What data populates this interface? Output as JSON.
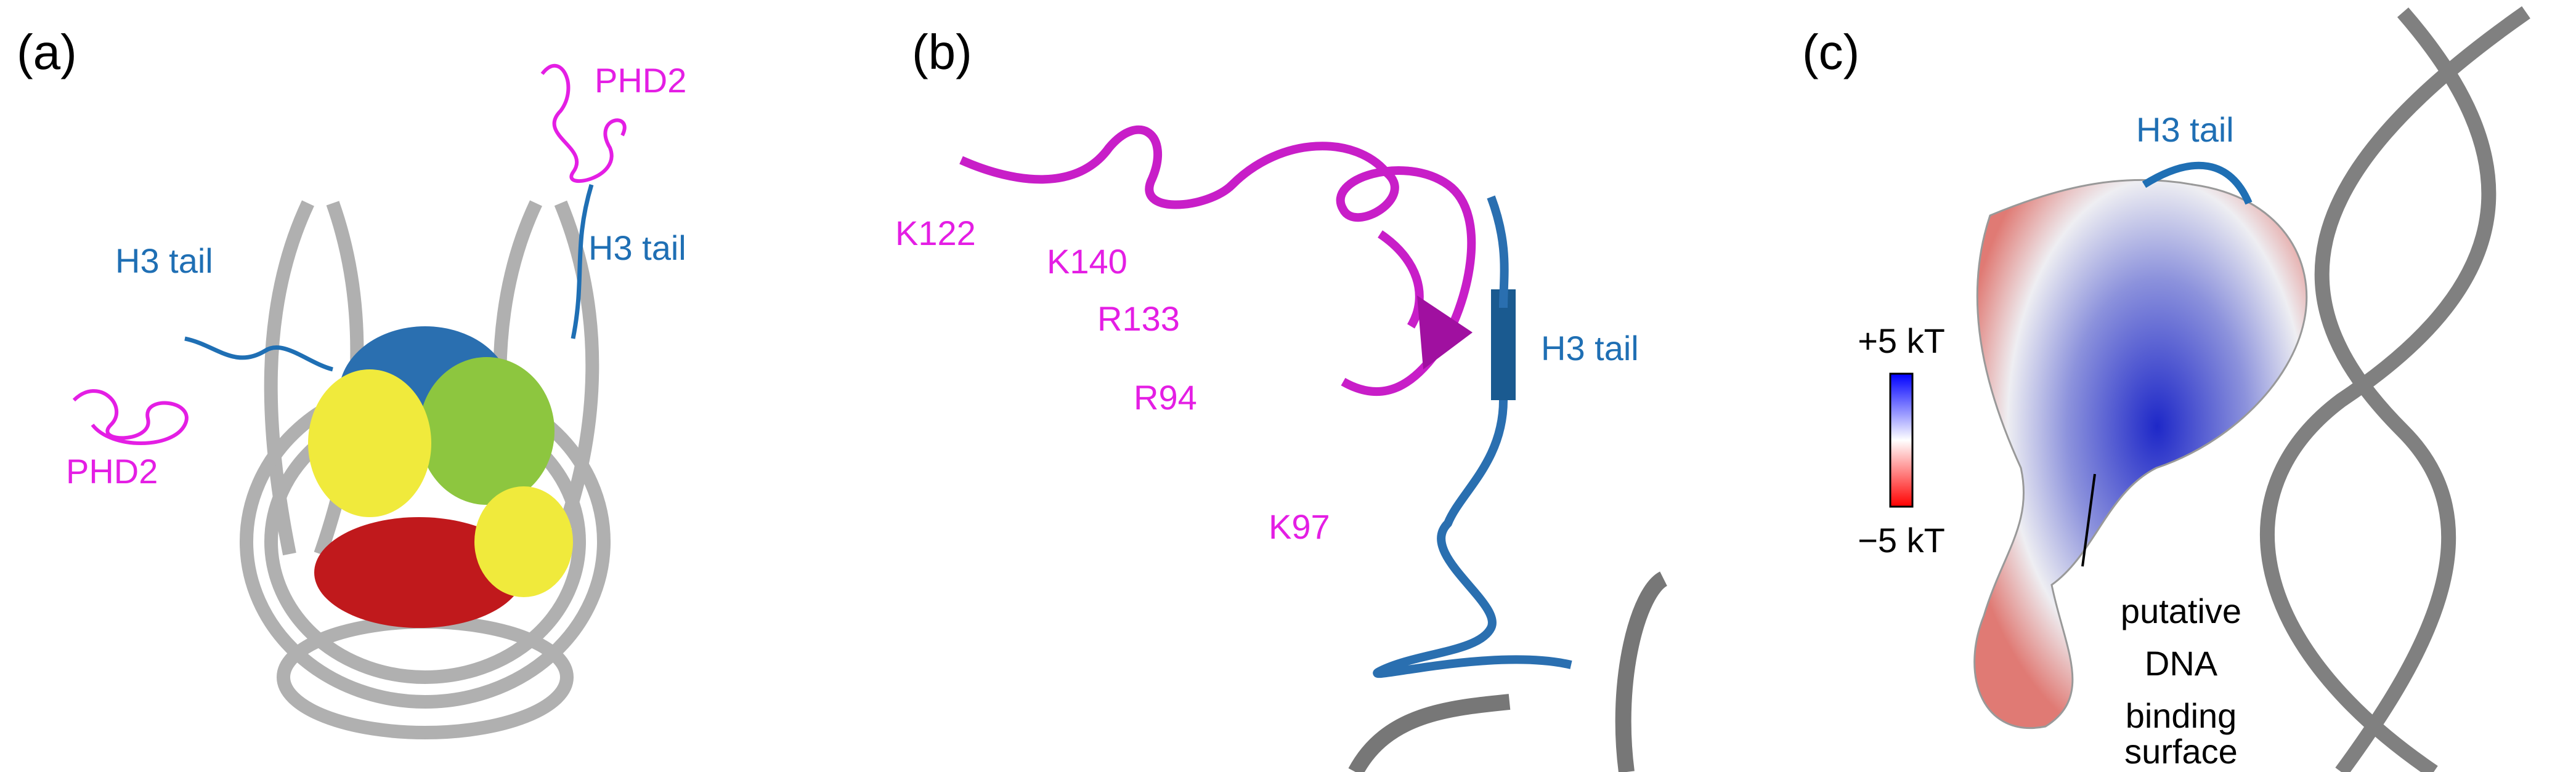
{
  "panels": [
    {
      "label": "(a)",
      "annotations": {
        "phd2_top": "PHD2",
        "h3_tail_right": "H3 tail",
        "h3_tail_left": "H3 tail",
        "phd2_left": "PHD2"
      }
    },
    {
      "label": "(b)",
      "residues": [
        "K122",
        "K140",
        "R133",
        "R94",
        "K97"
      ],
      "h3_tail": "H3 tail"
    },
    {
      "label": "(c)",
      "h3_tail": "H3 tail",
      "colorbar": {
        "max_label": "+5 kT",
        "min_label": "−5 kT",
        "max_color": "#0000ff",
        "mid_color": "#ffffff",
        "min_color": "#ff0000"
      },
      "callout": [
        "putative",
        "DNA",
        "binding",
        "surface"
      ]
    }
  ],
  "colors": {
    "phd2": "#e41ee4",
    "h3_tail": "#1f6fb4",
    "dna": "#a9a9a9",
    "h3": "#2a6fb0",
    "h4": "#8dc63f",
    "h2a": "#f0ea3c",
    "h2b": "#c0191c"
  }
}
